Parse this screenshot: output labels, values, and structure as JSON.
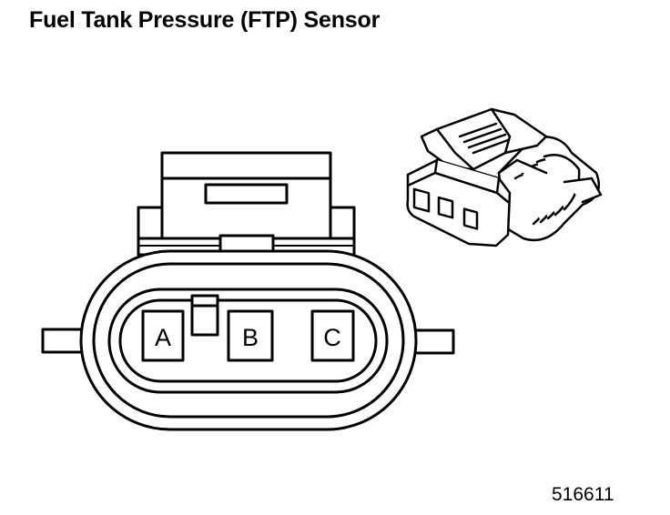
{
  "title": "Fuel Tank Pressure (FTP) Sensor",
  "figure_id": "516611",
  "connector": {
    "pins": [
      {
        "label": "A"
      },
      {
        "label": "B"
      },
      {
        "label": "C"
      }
    ]
  },
  "colors": {
    "line": "#000000",
    "background": "#ffffff"
  }
}
